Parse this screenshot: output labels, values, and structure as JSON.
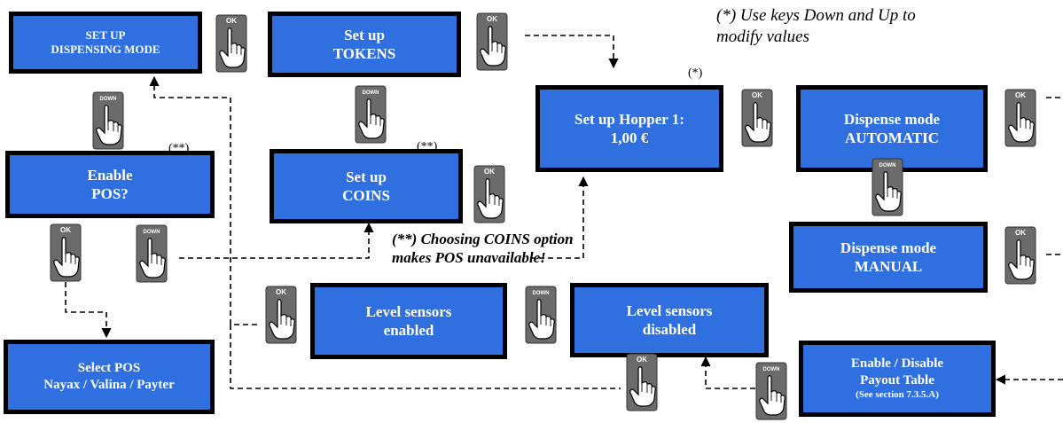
{
  "boxes": {
    "dispensing_mode": {
      "line1": "SET UP",
      "line2": "DISPENSING MODE"
    },
    "tokens": {
      "line1": "Set up",
      "line2": "TOKENS"
    },
    "hopper": {
      "line1": "Set up Hopper 1:",
      "line2": "1,00 €"
    },
    "auto": {
      "line1": "Dispense mode",
      "line2": "AUTOMATIC"
    },
    "pos": {
      "line1": "Enable",
      "line2": "POS?"
    },
    "coins": {
      "line1": "Set up",
      "line2": "COINS"
    },
    "manual": {
      "line1": "Dispense mode",
      "line2": "MANUAL"
    },
    "level_en": {
      "line1": "Level sensors",
      "line2": "enabled"
    },
    "level_dis": {
      "line1": "Level sensors",
      "line2": "disabled"
    },
    "select_pos": {
      "line1": "Select  POS",
      "line2": "Nayax / Valina / Payter"
    },
    "payout": {
      "line1": "Enable / Disable",
      "line2": "Payout Table",
      "line3": "(See section 7.3.5.A)"
    }
  },
  "keys": {
    "ok": "OK",
    "down": "DOWN"
  },
  "notes": {
    "keys_hint_1": "(*) Use keys Down and Up to",
    "keys_hint_2": "modify values",
    "coins_hint_1": "(**) Choosing COINS option",
    "coins_hint_2": "makes POS unavailable!",
    "single": "(*)",
    "double": "(**)"
  },
  "colors": {
    "box_fill": "#2f6fe0",
    "key_fill": "#6b6b6b"
  }
}
